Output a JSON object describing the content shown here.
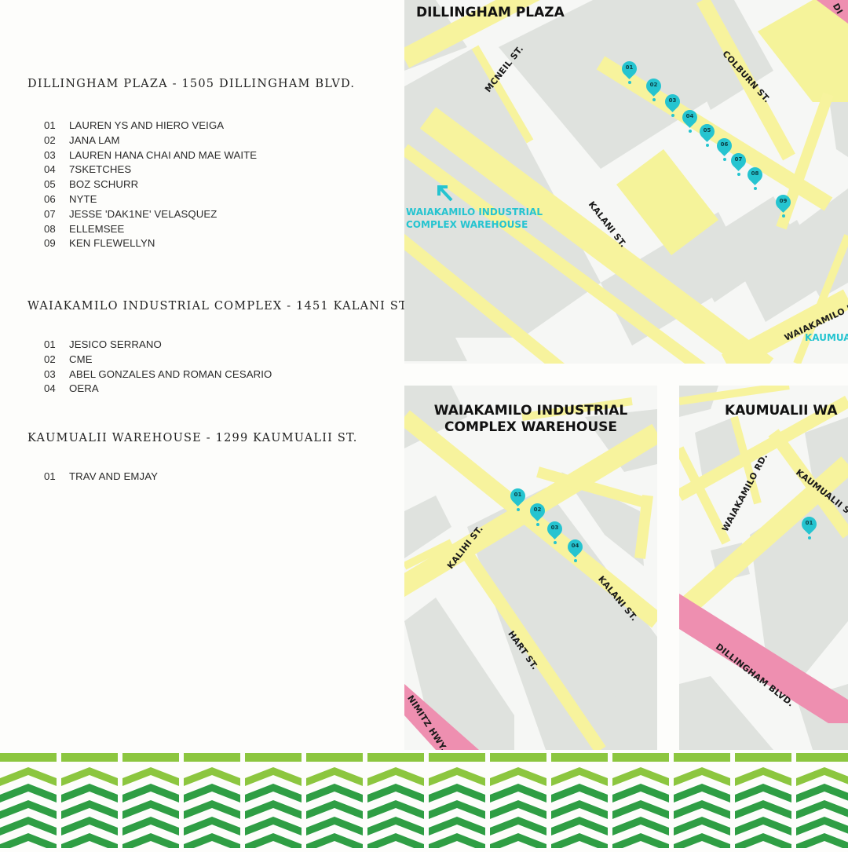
{
  "sections": [
    {
      "title": "DILLINGHAM PLAZA - 1505 DILLINGHAM BLVD.",
      "items": [
        {
          "num": "01",
          "name": "LAUREN YS AND HIERO VEIGA"
        },
        {
          "num": "02",
          "name": "JANA LAM"
        },
        {
          "num": "03",
          "name": "LAUREN HANA CHAI AND MAE WAITE"
        },
        {
          "num": "04",
          "name": "7SKETCHES"
        },
        {
          "num": "05",
          "name": "BOZ SCHURR"
        },
        {
          "num": "06",
          "name": "NYTE"
        },
        {
          "num": "07",
          "name": "JESSE 'DAK1NE' VELASQUEZ"
        },
        {
          "num": "08",
          "name": "ELLEMSEE"
        },
        {
          "num": "09",
          "name": "KEN FLEWELLYN"
        }
      ]
    },
    {
      "title": "WAIAKAMILO INDUSTRIAL COMPLEX - 1451 KALANI ST.",
      "items": [
        {
          "num": "01",
          "name": "JESICO SERRANO"
        },
        {
          "num": "02",
          "name": "CME"
        },
        {
          "num": "03",
          "name": "ABEL GONZALES AND ROMAN CESARIO"
        },
        {
          "num": "04",
          "name": "OERA"
        }
      ]
    },
    {
      "title": "KAUMUALII WAREHOUSE - 1299 KAUMUALII ST.",
      "items": [
        {
          "num": "01",
          "name": "TRAV AND EMJAY"
        }
      ]
    }
  ],
  "maps": {
    "dillingham": {
      "title": "DILLINGHAM PLAZA",
      "streets": [
        "MCNEIL ST.",
        "COLBURN ST.",
        "KALANI ST.",
        "WAIAKAMILO R",
        "DI",
        "KAUMUA"
      ],
      "callout": "WAIAKAMILO INDUSTRIAL COMPLEX WAREHOUSE",
      "pins": [
        "01",
        "02",
        "03",
        "04",
        "05",
        "06",
        "07",
        "08",
        "09"
      ]
    },
    "waiakamilo": {
      "title": "WAIAKAMILO INDUSTRIAL COMPLEX WAREHOUSE",
      "streets": [
        "KALIHI ST.",
        "KALANI ST.",
        "HART ST.",
        "NIMITZ HWY."
      ],
      "pins": [
        "01",
        "02",
        "03",
        "04"
      ]
    },
    "kaumualii": {
      "title": "KAUMUALII WA",
      "streets": [
        "WAIAKAMILO RD.",
        "KAUMUALII S",
        "DILLINGHAM BLVD."
      ],
      "pins": [
        "01"
      ]
    }
  },
  "colors": {
    "pin": "#25c4d0",
    "road": "#f7f39d",
    "building": "#dfe2de",
    "highway": "#ee8fb0",
    "lot": "#f5f39a",
    "chevron_light": "#8cc63f",
    "chevron_dark": "#2f9e44"
  }
}
